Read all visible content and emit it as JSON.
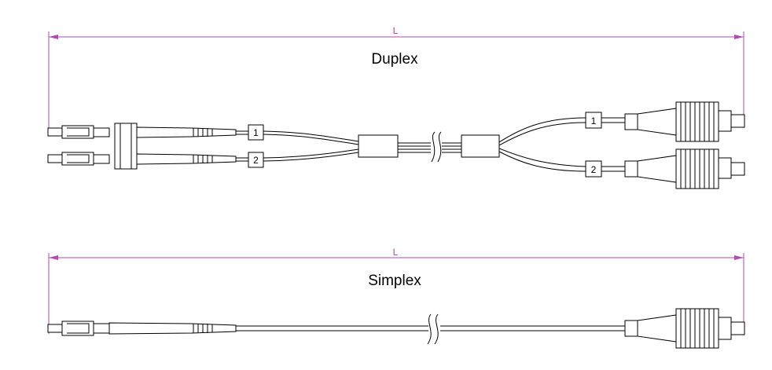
{
  "colors": {
    "dimension": "#b04ab4",
    "line": "#000000",
    "background": "#ffffff"
  },
  "duplex": {
    "title": "Duplex",
    "length_label": "L",
    "tags": [
      "1",
      "2",
      "1",
      "2"
    ]
  },
  "simplex": {
    "title": "Simplex",
    "length_label": "L"
  }
}
